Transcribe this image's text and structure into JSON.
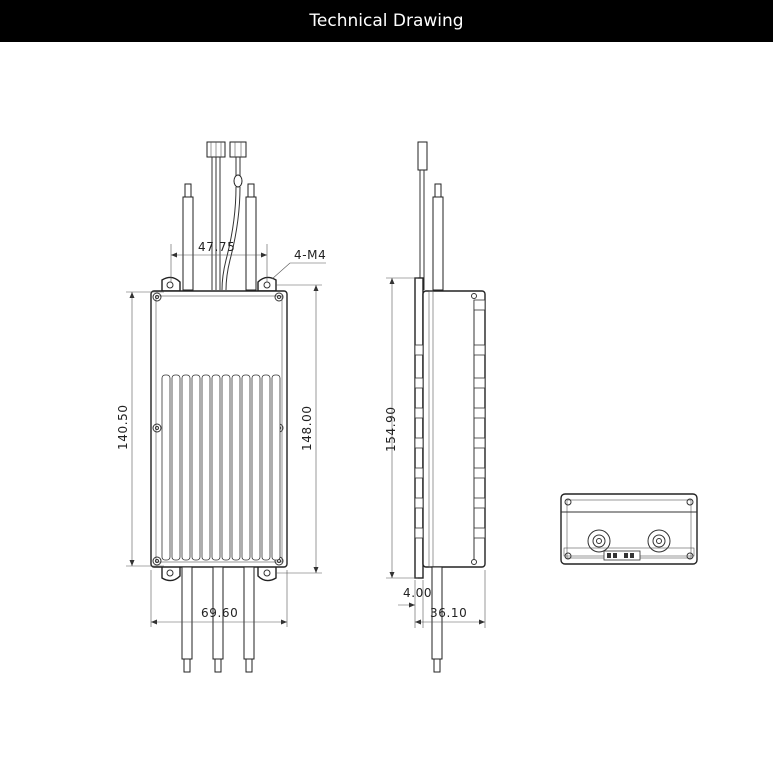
{
  "header": {
    "title": "Technical Drawing"
  },
  "dimensions": {
    "top_spacing": "47.75",
    "mount_holes": "4-M4",
    "hole_spacing_vertical": "140.50",
    "overall_length": "148.00",
    "overall_width": "69.60",
    "side_height": "154.90",
    "flange_thickness": "4.00",
    "side_depth": "36.10"
  }
}
